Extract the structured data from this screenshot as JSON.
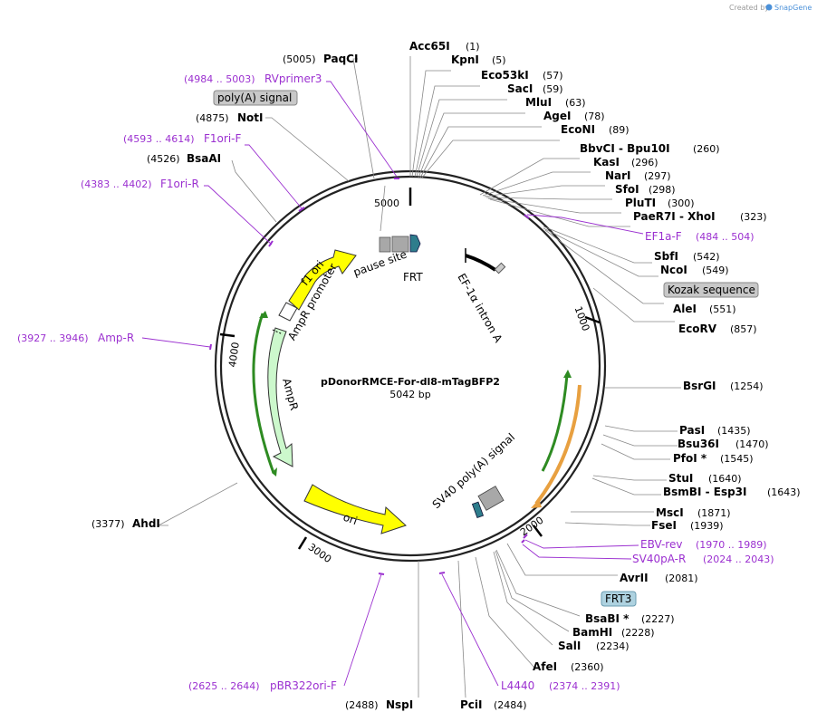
{
  "credit": {
    "prefix": "Created by",
    "brand": "SnapGene"
  },
  "plasmid": {
    "name": "pDonorRMCE-For-dl8-mTagBFP2",
    "size": "5042 bp"
  },
  "ticks": [
    "1000",
    "2000",
    "3000",
    "4000",
    "5000"
  ],
  "features": {
    "pause_site": "pause site",
    "frt": "FRT",
    "f1_ori": "f1 ori",
    "ampr_promoter": "AmpR promoter",
    "ampr": "AmpR",
    "ori": "ori",
    "ef1a_intron": "EF-1α intron A",
    "sv40_polya": "SV40 poly(A) signal"
  },
  "boxed_labels": {
    "polya_signal": "poly(A) signal",
    "kozak": "Kozak sequence",
    "frt3": "FRT3"
  },
  "enzymes_right": [
    {
      "name": "Acc65I",
      "pos": "(1)"
    },
    {
      "name": "KpnI",
      "pos": "(5)"
    },
    {
      "name": "Eco53kI",
      "pos": "(57)"
    },
    {
      "name": "SacI",
      "pos": "(59)"
    },
    {
      "name": "MluI",
      "pos": "(63)"
    },
    {
      "name": "AgeI",
      "pos": "(78)"
    },
    {
      "name": "EcoNI",
      "pos": "(89)"
    },
    {
      "name": "BbvCI - Bpu10I",
      "pos": "(260)"
    },
    {
      "name": "KasI",
      "pos": "(296)"
    },
    {
      "name": "NarI",
      "pos": "(297)"
    },
    {
      "name": "SfoI",
      "pos": "(298)"
    },
    {
      "name": "PluTI",
      "pos": "(300)"
    },
    {
      "name": "PaeR7I - XhoI",
      "pos": "(323)"
    },
    {
      "name": "SbfI",
      "pos": "(542)"
    },
    {
      "name": "NcoI",
      "pos": "(549)"
    },
    {
      "name": "AleI",
      "pos": "(551)"
    },
    {
      "name": "EcoRV",
      "pos": "(857)"
    },
    {
      "name": "BsrGI",
      "pos": "(1254)"
    },
    {
      "name": "PasI",
      "pos": "(1435)"
    },
    {
      "name": "Bsu36I",
      "pos": "(1470)"
    },
    {
      "name": "PfoI *",
      "pos": "(1545)"
    },
    {
      "name": "StuI",
      "pos": "(1640)"
    },
    {
      "name": "BsmBI - Esp3I",
      "pos": "(1643)"
    },
    {
      "name": "MscI",
      "pos": "(1871)"
    },
    {
      "name": "FseI",
      "pos": "(1939)"
    },
    {
      "name": "AvrII",
      "pos": "(2081)"
    },
    {
      "name": "BsaBI *",
      "pos": "(2227)"
    },
    {
      "name": "BamHI",
      "pos": "(2228)"
    },
    {
      "name": "SalI",
      "pos": "(2234)"
    },
    {
      "name": "AfeI",
      "pos": "(2360)"
    },
    {
      "name": "PciI",
      "pos": "(2484)"
    }
  ],
  "enzymes_left": [
    {
      "name": "PaqCI",
      "pos": "(5005)"
    },
    {
      "name": "NotI",
      "pos": "(4875)"
    },
    {
      "name": "BsaAI",
      "pos": "(4526)"
    },
    {
      "name": "AhdI",
      "pos": "(3377)"
    },
    {
      "name": "NspI",
      "pos": "(2488)"
    }
  ],
  "primers": [
    {
      "name": "RVprimer3",
      "range": "(4984 .. 5003)"
    },
    {
      "name": "F1ori-F",
      "range": "(4593 .. 4614)"
    },
    {
      "name": "F1ori-R",
      "range": "(4383 .. 4402)"
    },
    {
      "name": "Amp-R",
      "range": "(3927 .. 3946)"
    },
    {
      "name": "pBR322ori-F",
      "range": "(2625 .. 2644)"
    },
    {
      "name": "L4440",
      "range": "(2374 .. 2391)"
    },
    {
      "name": "EF1a-F",
      "range": "(484 .. 504)"
    },
    {
      "name": "EBV-rev",
      "range": "(1970 .. 1989)"
    },
    {
      "name": "SV40pA-R",
      "range": "(2024 .. 2043)"
    }
  ],
  "colors": {
    "backbone": "#222222",
    "primer": "#9b30d0",
    "f1_ori": "#ffff00",
    "ori": "#ffff00",
    "ampr": "#ccf8cc",
    "ampr_promoter": "#ffffff",
    "frt": "#2e7d8c",
    "gray_feature": "#a8a8a8",
    "green_arc": "#2e8b22",
    "orange_arc": "#e8a040",
    "frt3_box": "#aed2e0",
    "gray_box": "#c8c8c8"
  }
}
